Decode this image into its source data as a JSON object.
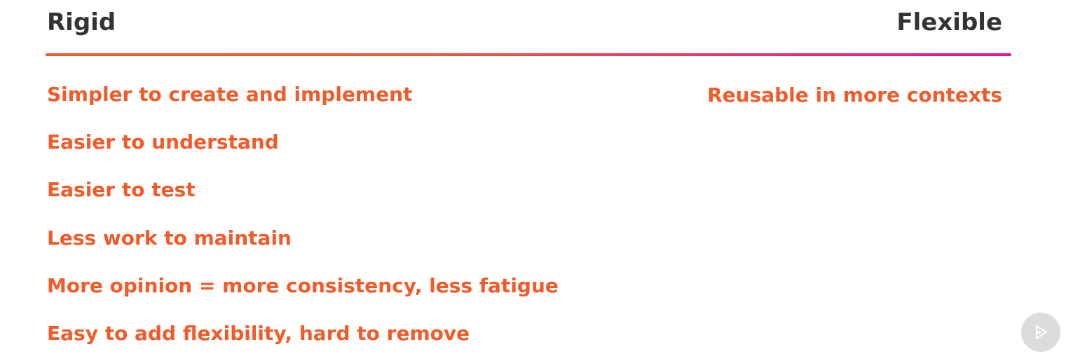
{
  "header": {
    "left_title": "Rigid",
    "right_title": "Flexible"
  },
  "colors": {
    "accent": "#f15b2a",
    "gradient_start": "#f15b2a",
    "gradient_end": "#e8128d",
    "heading": "#333333"
  },
  "rigid_points": [
    "Simpler to create and implement",
    "Easier to understand",
    "Easier to test",
    "Less work to maintain",
    "More opinion = more consistency, less fatigue",
    "Easy to add flexibility, hard to remove"
  ],
  "flexible_points": [
    "Reusable in more contexts"
  ],
  "controls": {
    "play_icon": "play-icon"
  }
}
